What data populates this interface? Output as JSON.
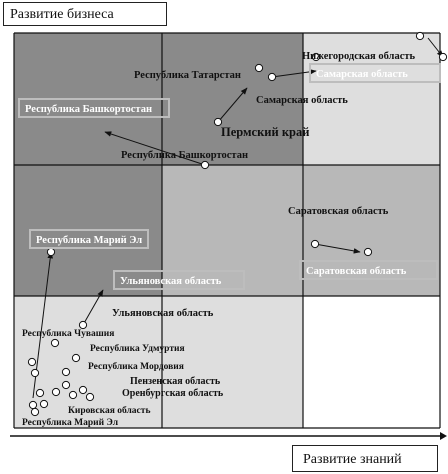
{
  "axes": {
    "y_label": "Развитие бизнеса",
    "x_label": "Развитие знаний"
  },
  "colors": {
    "cell_dark": "#8a8a8a",
    "cell_mid": "#b8b8b8",
    "cell_light": "#dedede",
    "cell_white": "#ffffff",
    "grid": "#111111",
    "arrow": "#111111",
    "label_box_border": "#bdbdbd",
    "label_box_text": "#ffffff"
  },
  "chart_data": {
    "type": "scatter",
    "grid": "3x3",
    "x_label": "Развитие знаний",
    "y_label": "Развитие бизнеса",
    "cell_shading": [
      [
        "dark",
        "dark",
        "light"
      ],
      [
        "dark",
        "mid",
        "mid"
      ],
      [
        "light",
        "light",
        "white"
      ]
    ],
    "movements": [
      {
        "from": "Республика Башкортостан",
        "to": "Республика Башкортостан"
      },
      {
        "from": "Пермский край",
        "to": "Республика Татарстан"
      },
      {
        "from": "Самарская область",
        "to": "Самарская область"
      },
      {
        "from": "Нижегородская область",
        "to": "Нижегородская область"
      },
      {
        "from": "Саратовская область",
        "to": "Саратовская область"
      },
      {
        "from": "Ульяновская область",
        "to": "Ульяновская область"
      },
      {
        "from": "Республика Марий Эл",
        "to": "Республика Марий Эл"
      }
    ],
    "text_labels": [
      "Нижегородская область",
      "Республика Татарстан",
      "Самарская область",
      "Пермский край",
      "Республика Башкортостан",
      "Саратовская область",
      "Ульяновская область",
      "Республика Чувашия",
      "Республика Удмуртия",
      "Республика Мордовия",
      "Пензенская область",
      "Оренбургская область",
      "Кировская область",
      "Республика Марий Эл"
    ],
    "boxed_labels": [
      "Самарская область",
      "Республика Башкортостан",
      "Республика Марий Эл",
      "Ульяновская область",
      "Саратовская область"
    ]
  }
}
